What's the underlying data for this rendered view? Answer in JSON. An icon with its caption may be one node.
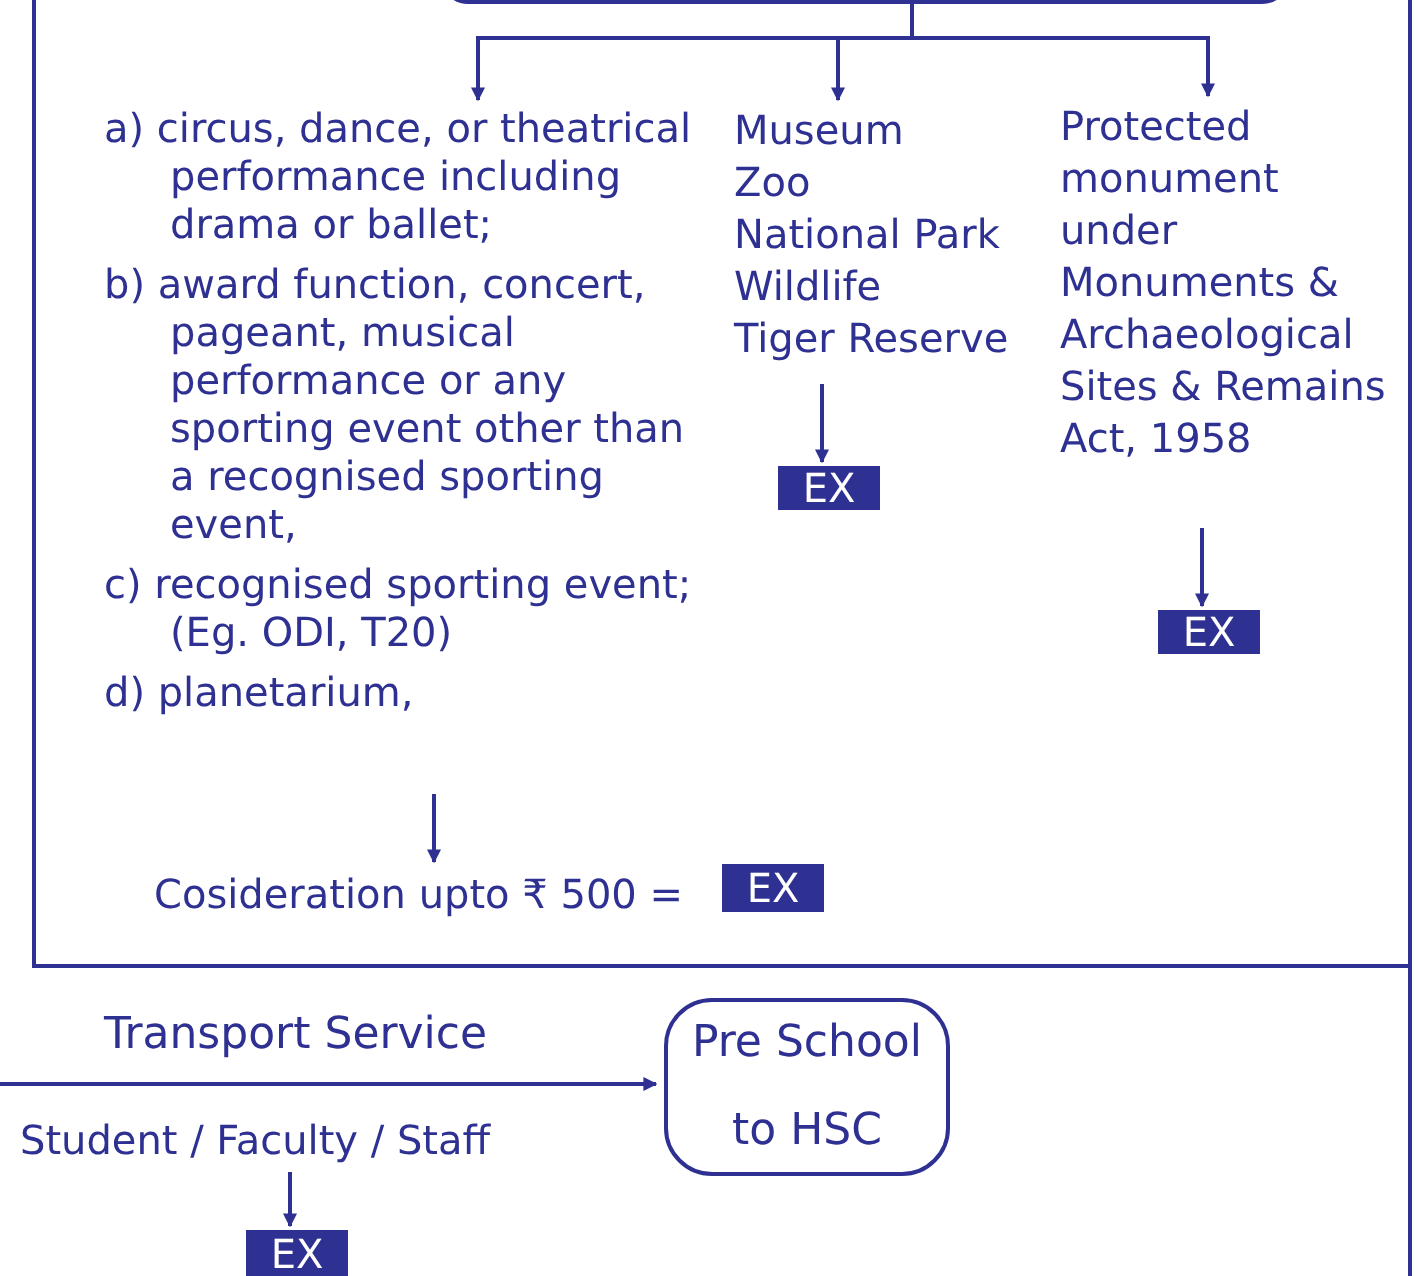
{
  "diagram": {
    "nodes": [
      {
        "text": [],
        "shape": "box"
      },
      {
        "text": [],
        "shape": "box"
      },
      {
        "text": [
          "a) circus, dance, or theatrical performance including drama or ballet;",
          "b) award function, concert, pageant, musical performance or any sporting event other than a recognised sporting event,",
          "c) recognised sporting event; (Eg. ODI, T20)",
          "d) planetarium,"
        ],
        "in": 1
      },
      {
        "text": [
          "Museum",
          "Zoo",
          "National Park",
          "Wildlife",
          "Tiger Reserve"
        ],
        "in": 1
      },
      {
        "text": [
          "Protected monument under Monuments & Archaeological Sites & Remains Act, 1958"
        ],
        "in": 1
      },
      {
        "text": [
          "EX"
        ],
        "in": 1
      },
      {
        "text": [
          "EX"
        ],
        "in": 1
      },
      {
        "text": [
          "Cosideration upto ₹ 500 ="
        ],
        "in": 1
      },
      {
        "text": [
          "EX"
        ],
        "in": 1
      },
      {
        "text": [
          "Student / Faculty / Staff"
        ]
      },
      {
        "text": [
          "Pre School to HSC"
        ]
      },
      {
        "text": [
          "EX"
        ]
      }
    ],
    "edges": [
      {
        "from": 0,
        "to": 2,
        "arrow": "to"
      },
      {
        "from": 0,
        "to": 3,
        "arrow": "to"
      },
      {
        "from": 0,
        "to": 4,
        "arrow": "to"
      },
      {
        "from": 3,
        "to": 5,
        "arrow": "to"
      },
      {
        "from": 4,
        "to": 6,
        "arrow": "to"
      },
      {
        "from": 2,
        "to": 7,
        "arrow": "to"
      },
      {
        "from": null,
        "to": 10,
        "arrow": "to",
        "label": "Transport Service"
      },
      {
        "from": 9,
        "to": 11,
        "arrow": "to"
      }
    ]
  }
}
